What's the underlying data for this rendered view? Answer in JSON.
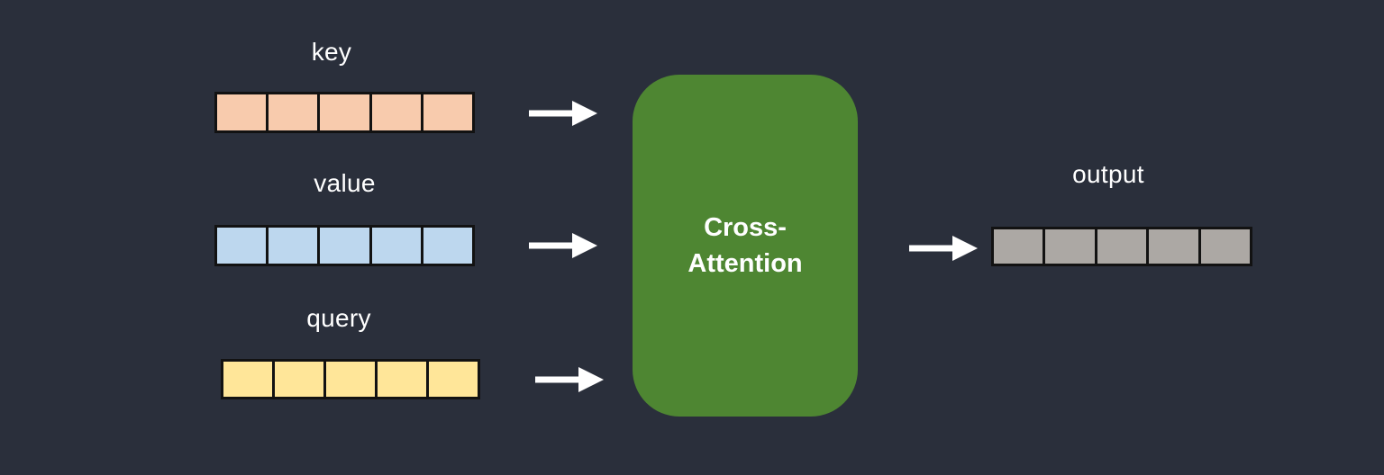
{
  "canvas": {
    "background_color": "#2A2F3B",
    "border_color": "#121212",
    "label_text_color": "#FFFFFF"
  },
  "inputs": [
    {
      "label": "key",
      "cell_color": "#F8CBAD",
      "cell_count": 5
    },
    {
      "label": "value",
      "cell_color": "#BDD7EE",
      "cell_count": 5
    },
    {
      "label": "query",
      "cell_color": "#FFE699",
      "cell_count": 5
    }
  ],
  "process_block": {
    "label_line1": "Cross-",
    "label_line2": "Attention",
    "fill_color": "#4E8632",
    "text_color": "#FFFFFF"
  },
  "output_block": {
    "label": "output",
    "cell_color": "#ACA8A4",
    "cell_count": 5
  },
  "arrows": {
    "color": "#FFFFFF",
    "count": 4,
    "direction": "right"
  }
}
